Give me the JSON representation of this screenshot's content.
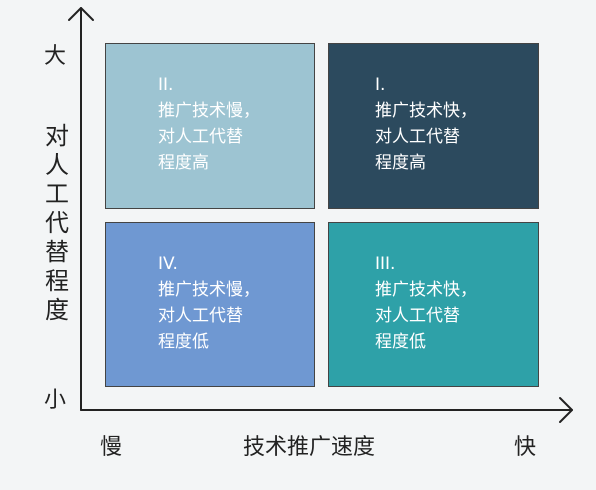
{
  "y_axis": {
    "title": "对人工代替程度",
    "high_label": "大",
    "low_label": "小"
  },
  "x_axis": {
    "title": "技术推广速度",
    "low_label": "慢",
    "high_label": "快"
  },
  "quadrants": [
    {
      "id": "II",
      "numeral": "II.",
      "lines": [
        "推广技术慢，",
        "对人工代替",
        "程度高"
      ],
      "color": "#9dc4d2",
      "text_color": "#ffffff"
    },
    {
      "id": "I",
      "numeral": "I.",
      "lines": [
        "推广技术快，",
        "对人工代替",
        "程度高"
      ],
      "color": "#2c4a5e",
      "text_color": "#ffffff"
    },
    {
      "id": "IV",
      "numeral": "IV.",
      "lines": [
        "推广技术慢，",
        "对人工代替",
        "程度低"
      ],
      "color": "#6f98d2",
      "text_color": "#ffffff"
    },
    {
      "id": "III",
      "numeral": "III.",
      "lines": [
        "推广技术快，",
        "对人工代替",
        "程度低"
      ],
      "color": "#2ea1a8",
      "text_color": "#ffffff"
    }
  ],
  "colors": {
    "background": "#f3f5f6",
    "axis": "#222222"
  }
}
